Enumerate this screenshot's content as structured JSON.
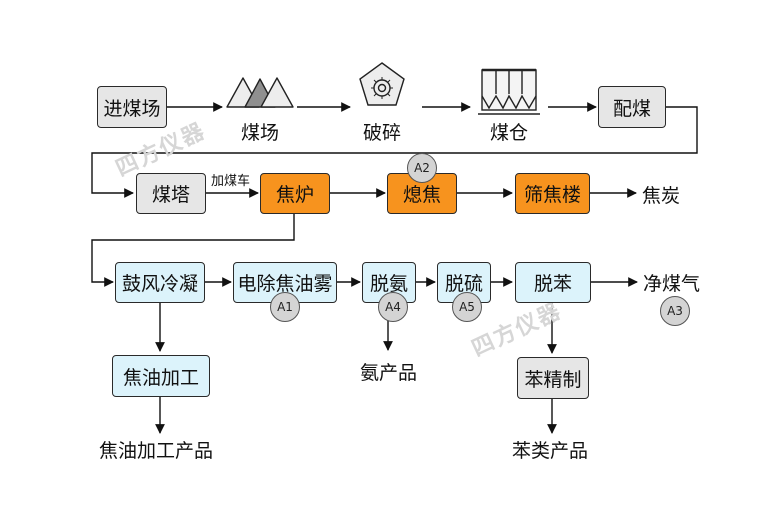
{
  "nodes": {
    "jinmeichang": "进煤场",
    "meichang": "煤场",
    "posui": "破碎",
    "meicang": "煤仓",
    "peimei": "配煤",
    "meita": "煤塔",
    "jiaolu": "焦炉",
    "xijiao": "熄焦",
    "shaijiaolou": "筛焦楼",
    "jiaotan": "焦炭",
    "gufeng": "鼓风冷凝",
    "dianchu": "电除焦油雾",
    "tuoan": "脱氨",
    "tuoliu": "脱硫",
    "tuoben": "脱苯",
    "jingmeiqi": "净煤气",
    "jiaoyoujiagong": "焦油加工",
    "anchanpin": "氨产品",
    "benjingzhi": "苯精制",
    "jiaoyouchanpin": "焦油加工产品",
    "benleichanpin": "苯类产品"
  },
  "edge_label": "加煤车",
  "badges": {
    "a1": "A1",
    "a2": "A2",
    "a3": "A3",
    "a4": "A4",
    "a5": "A5"
  },
  "watermark": "四方仪器",
  "colors": {
    "gray": "#e6e6e6",
    "orange": "#f7931e",
    "blue": "#dcf3fb",
    "badge": "#d4d4d4"
  }
}
